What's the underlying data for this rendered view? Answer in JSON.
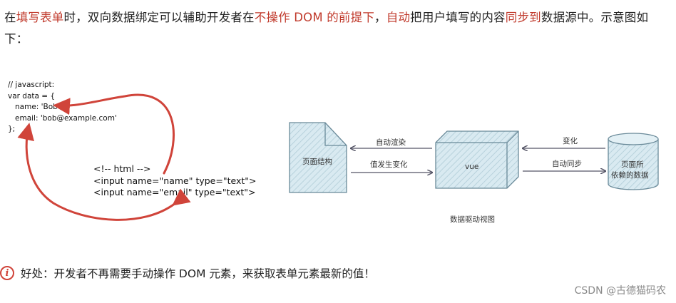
{
  "intro": {
    "p1": "在",
    "h1": "填写表单",
    "p2": "时，双向数据绑定可以辅助开发者在",
    "h2": "不操作 DOM 的前提下",
    "p3": "，",
    "h3": "自动",
    "p4": "把用户填写的内容",
    "h4": "同步到",
    "p5": "数据源中。示意图如下："
  },
  "left_figure": {
    "js_lines": [
      "// javascript:",
      "var data = {",
      "   name: 'Bob',",
      "   email: 'bob@example.com'",
      "};"
    ],
    "html_lines": [
      "<!-- html -->",
      "<input name=\"name\" type=\"text\">",
      "<input name=\"email\" type=\"text\">"
    ]
  },
  "right_figure": {
    "page_structure": "页面结构",
    "vue": "vue",
    "auto_render": "自动渲染",
    "value_change": "值发生变化",
    "change": "变化",
    "auto_sync": "自动同步",
    "datasource_line1": "页面所",
    "datasource_line2": "依赖的数据",
    "caption": "数据驱动视图"
  },
  "tip": {
    "icon": "i",
    "text": "好处：开发者不再需要手动操作 DOM 元素，来获取表单元素最新的值！"
  },
  "watermark": "CSDN @古德猫码农",
  "colors": {
    "highlight": "#c0392b",
    "arrow_red": "#d0443a",
    "box_fill": "#d7e9ef",
    "box_stroke": "#6a8a99"
  }
}
